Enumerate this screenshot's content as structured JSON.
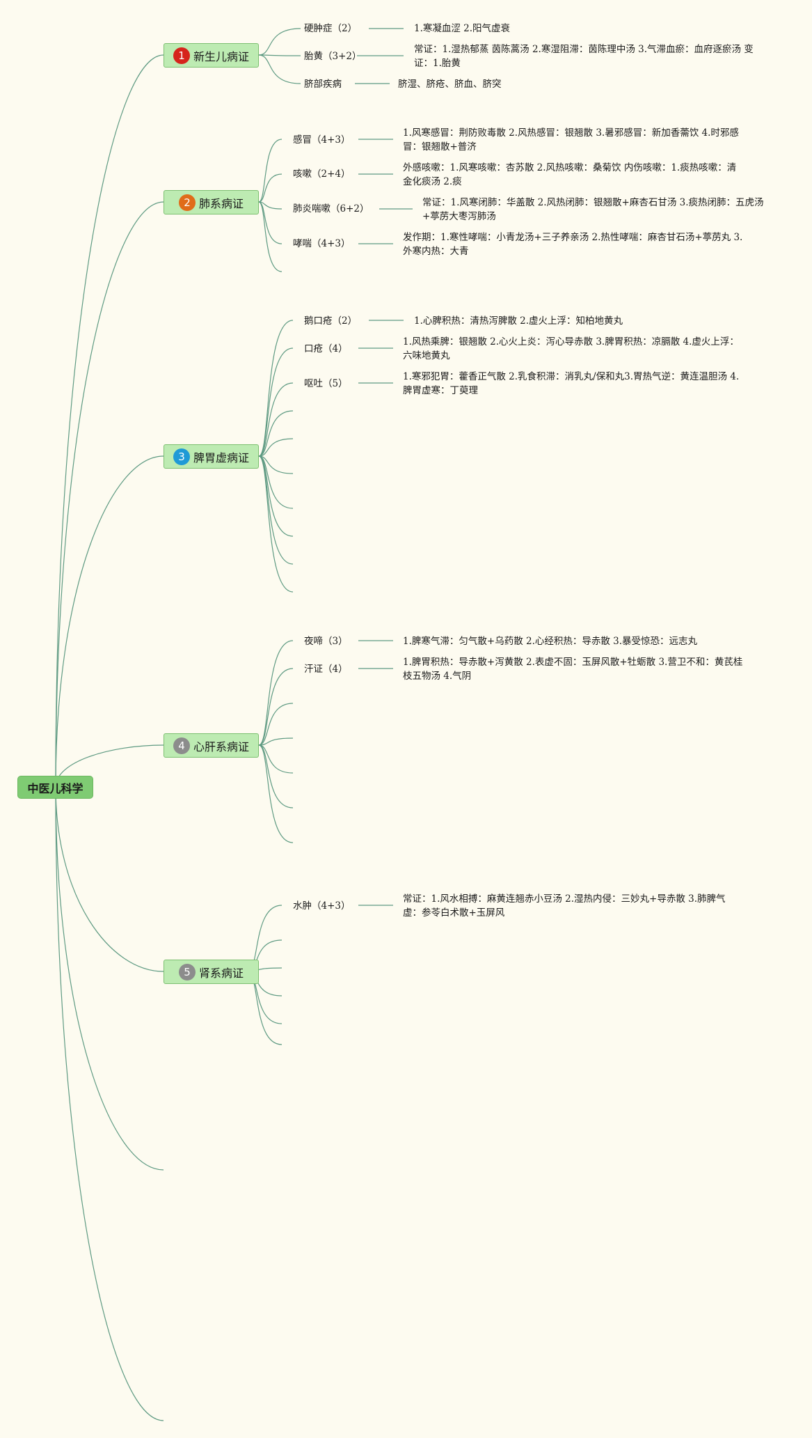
{
  "root": {
    "label": "中医儿科学"
  },
  "colors": {
    "background": "#fdfbf0",
    "line": "#5e9a82",
    "root_fill": "#7fcb73",
    "branch_fill": "#bdebb2"
  },
  "branches": [
    {
      "number": "1",
      "badge_color": "#d6241c",
      "label": "新生儿病证",
      "topics": [
        {
          "label": "硬肿症（2）",
          "detail": "1.寒凝血涩 2.阳气虚衰"
        },
        {
          "label": "胎黄（3+2）",
          "detail": "常证：1.湿热郁蒸 茵陈蒿汤 2.寒湿阻滞：茵陈理中汤 3.气滞血瘀：血府逐瘀汤 变证：1.胎黄"
        },
        {
          "label": "脐部疾病",
          "detail": "脐湿、脐疮、脐血、脐突"
        }
      ]
    },
    {
      "number": "2",
      "badge_color": "#e06c1a",
      "label": "肺系病证",
      "topics": [
        {
          "label": "感冒（4+3）",
          "detail": "1.风寒感冒：荆防败毒散 2.风热感冒：银翘散 3.暑邪感冒：新加香薷饮 4.时邪感冒：银翘散+普济"
        },
        {
          "label": "咳嗽（2+4）",
          "detail": "外感咳嗽：1.风寒咳嗽：杏苏散 2.风热咳嗽：桑菊饮 内伤咳嗽：1.痰热咳嗽：清金化痰汤 2.痰"
        },
        {
          "label": "肺炎喘嗽（6+2）",
          "detail": "常证：1.风寒闭肺：华盖散 2.风热闭肺：银翘散+麻杏石甘汤 3.痰热闭肺：五虎汤+葶苈大枣泻肺汤"
        },
        {
          "label": "哮喘（4+3）",
          "detail": "发作期：1.寒性哮喘：小青龙汤+三子养亲汤 2.热性哮喘：麻杏甘石汤+葶苈丸 3.外寒内热：大青"
        }
      ]
    },
    {
      "number": "3",
      "badge_color": "#1f9ad6",
      "label": "脾胃虚病证",
      "topics": [
        {
          "label": "鹅口疮（2）",
          "detail": "1.心脾积热：清热泻脾散 2.虚火上浮：知柏地黄丸"
        },
        {
          "label": "口疮（4）",
          "detail": "1.风热乘脾：银翘散 2.心火上炎：泻心导赤散 3.脾胃积热：凉膈散 4.虚火上浮：六味地黄丸"
        },
        {
          "label": "呕吐（5）",
          "detail": "1.寒邪犯胃：藿香正气散 2.乳食积滞：消乳丸/保和丸3.胃热气逆：黄连温胆汤 4.脾胃虚寒：丁萸理"
        }
      ]
    },
    {
      "number": "4",
      "badge_color": "#8c8c8c",
      "label": "心肝系病证",
      "topics": [
        {
          "label": "夜啼（3）",
          "detail": "1.脾寒气滞：匀气散+乌药散 2.心经积热：导赤散 3.暴受惊恐：远志丸"
        },
        {
          "label": "汗证（4）",
          "detail": "1.脾胃积热：导赤散+泻黄散 2.表虚不固：玉屏风散+牡蛎散 3.营卫不和：黄芪桂枝五物汤 4.气阴"
        }
      ]
    },
    {
      "number": "5",
      "badge_color": "#8c8c8c",
      "label": "肾系病证",
      "topics": [
        {
          "label": "水肿（4+3）",
          "detail": "常证：1.风水相搏：麻黄连翘赤小豆汤 2.湿热内侵：三妙丸+导赤散 3.肺脾气虚：参苓白术散+玉屏风"
        }
      ]
    }
  ]
}
